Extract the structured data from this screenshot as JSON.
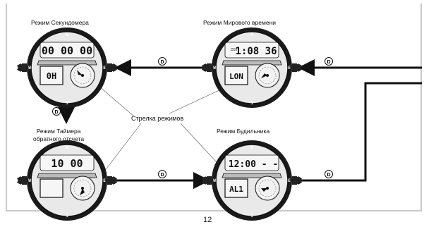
{
  "modes": {
    "stopwatch": {
      "title": "Режим Секундомера",
      "top_digits": "00 00 00",
      "sub_code": "0H"
    },
    "world_time": {
      "title": "Режим Мирового времени",
      "top_digits": "1:08 36",
      "sub_code": "LON",
      "small_text": "DST"
    },
    "countdown_timer": {
      "title_line1": "Режим Таймера",
      "title_line2": "обратного отсчета",
      "top_digits": "10 00"
    },
    "alarm": {
      "title": "Режим Будильника",
      "top_digits": "12:00 - -",
      "sub_code": "AL1"
    }
  },
  "mode_hand_label": "Стрелка режимов",
  "button_symbol": "D",
  "dial_markers": {
    "north": "N",
    "east": "E",
    "south": "S",
    "west": "W"
  },
  "page_number": "12"
}
